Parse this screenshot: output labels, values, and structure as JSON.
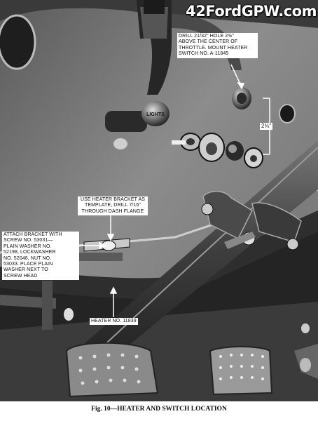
{
  "watermark": "42FordGPW.com",
  "callouts": {
    "drill_hole": [
      "DRILL 21/32\" HOLE 2⅜\"",
      "ABOVE THE CENTER OF",
      "THROTTLE. MOUNT HEATER",
      "SWITCH No. A-11845"
    ],
    "dimension": "2⅜\"",
    "template": [
      "USE HEATER BRACKET AS",
      "TEMPLATE, DRILL 7/16\"",
      "THROUGH DASH FLANGE"
    ],
    "attach_bracket": [
      "ATTACH BRACKET WITH",
      "SCREW No. 53031—",
      "PLAIN WASHER No.",
      "52198, LOCKWASHER",
      "No. 52046, NUT No.",
      "53033. PLACE PLAIN",
      "WASHER NEXT TO",
      "SCREW HEAD"
    ],
    "heater": "HEATER NO. 11839"
  },
  "knob_label": "LIGHTS",
  "caption": "Fig. 10—HEATER AND SWITCH LOCATION"
}
